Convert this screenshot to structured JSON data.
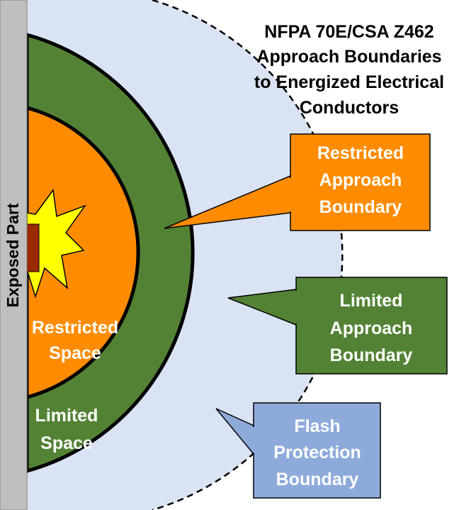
{
  "title": {
    "lines": [
      "NFPA 70E/CSA Z462",
      "Approach Boundaries",
      "to Energized Electrical",
      "Conductors"
    ]
  },
  "exposed_part": {
    "label": "Exposed Part"
  },
  "spaces": {
    "restricted": {
      "lines": [
        "Restricted",
        "Space"
      ]
    },
    "limited": {
      "lines": [
        "Limited",
        "Space"
      ]
    }
  },
  "callouts": {
    "restricted_approach": {
      "lines": [
        "Restricted",
        "Approach",
        "Boundary"
      ],
      "color": "#ff8c00"
    },
    "limited_approach": {
      "lines": [
        "Limited",
        "Approach",
        "Boundary"
      ],
      "color": "#548235"
    },
    "flash_protection": {
      "lines": [
        "Flash",
        "Protection",
        "Boundary"
      ],
      "color": "#8eaadb"
    }
  },
  "colors": {
    "restricted_zone": "#ff8c00",
    "limited_zone": "#548235",
    "flash_zone": "#dae3f3",
    "wall": "#bfbfbf",
    "arc_flash": "#ffff00",
    "conductor": "#9c2a00"
  }
}
